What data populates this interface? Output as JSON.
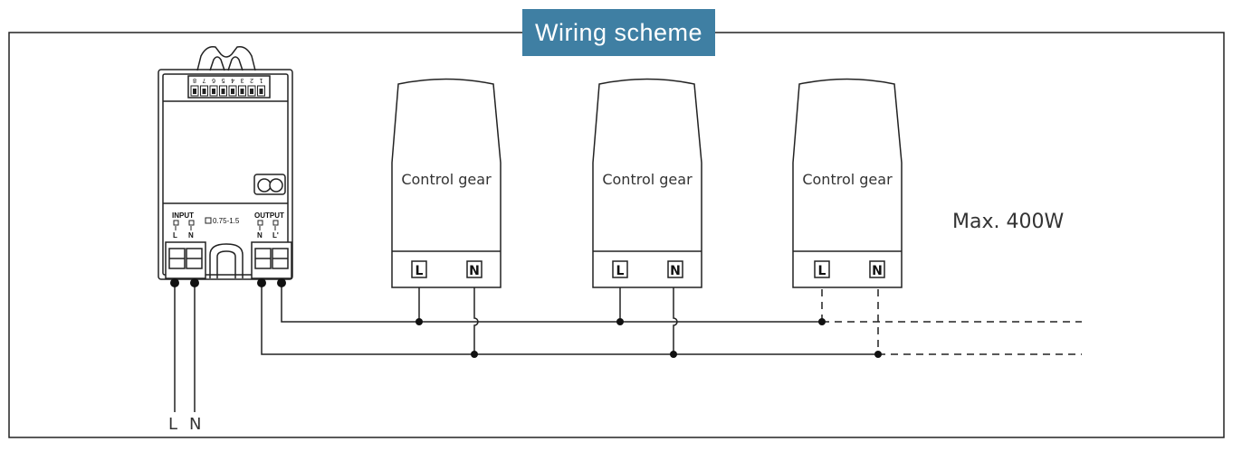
{
  "title": "Wiring scheme",
  "sensor": {
    "dip_numbers": [
      "8",
      "7",
      "6",
      "5",
      "4",
      "3",
      "2",
      "1"
    ],
    "input_label": "INPUT",
    "output_label": "OUTPUT",
    "wire_size": "0.75-1.5",
    "input_terminals": [
      "L",
      "N"
    ],
    "output_terminals": [
      "N",
      "L'"
    ]
  },
  "control_gears": [
    {
      "label": "Control gear",
      "terminals": [
        "L",
        "N"
      ]
    },
    {
      "label": "Control gear",
      "terminals": [
        "L",
        "N"
      ]
    },
    {
      "label": "Control gear",
      "terminals": [
        "L",
        "N"
      ]
    }
  ],
  "max_load": "Max. 400W",
  "supply_labels": [
    "L",
    "N"
  ],
  "colors": {
    "title_bg": "#3f7fa3",
    "title_fg": "#ffffff",
    "line": "#1a1a1a"
  }
}
